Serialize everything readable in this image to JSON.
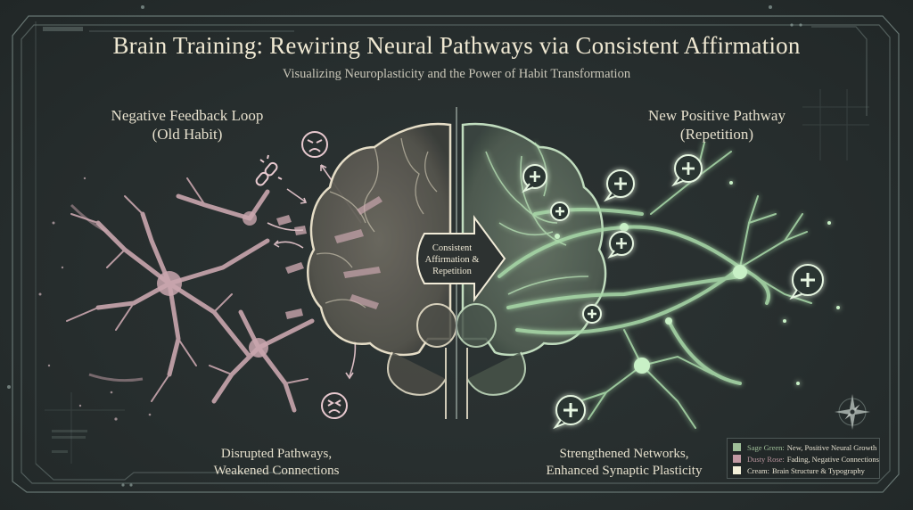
{
  "header": {
    "title": "Brain Training: Rewiring Neural Pathways via Consistent Affirmation",
    "subtitle": "Visualizing Neuroplasticity and the Power of Habit Transformation"
  },
  "left_panel": {
    "label_line1": "Negative Feedback Loop",
    "label_line2": "(Old Habit)",
    "caption_line1": "Disrupted Pathways,",
    "caption_line2": "Weakened Connections",
    "icons": [
      "angry-face-icon",
      "broken-link-icon",
      "frustrated-face-icon"
    ],
    "color": "#c9a6ae"
  },
  "center": {
    "arrow_line1": "Consistent",
    "arrow_line2": "Affirmation &",
    "arrow_line3": "Repetition",
    "brain_color": "#e9e1cb"
  },
  "right_panel": {
    "label_line1": "New Positive Pathway",
    "label_line2": "(Repetition)",
    "caption_line1": "Strengthened Networks,",
    "caption_line2": "Enhanced Synaptic Plasticity",
    "icons": [
      "plus-bubble-icon"
    ],
    "color": "#9fd3a2"
  },
  "legend": {
    "items": [
      {
        "key": "Sage Green:",
        "desc": "New, Positive Neural Growth",
        "color": "#9fbf98"
      },
      {
        "key": "Dusty Rose:",
        "desc": "Fading, Negative Connections",
        "color": "#c299a3"
      },
      {
        "key": "Cream:",
        "desc": "Brain Structure & Typography",
        "color": "#f3f0d9"
      }
    ]
  },
  "compass": {
    "label": "compass-rose"
  },
  "colors": {
    "background": "#2a3131",
    "frame": "#8fa19c",
    "sage_green": "#9fd3a2",
    "dusty_rose": "#c9a6ae",
    "cream": "#efe8d2"
  }
}
